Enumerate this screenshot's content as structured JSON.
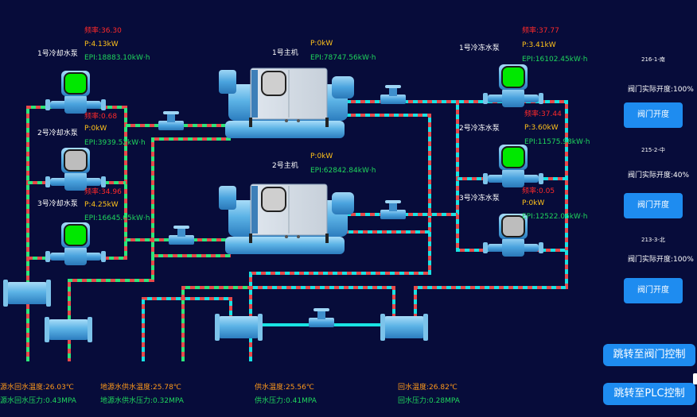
{
  "cooling_pumps": [
    {
      "name": "1号冷却水泵",
      "freq": "频率:36.30",
      "power": "P:4.13kW",
      "epi": "EPI:18883.10kW·h",
      "status_color": "#00e800"
    },
    {
      "name": "2号冷却水泵",
      "freq": "频率:0.68",
      "power": "P:0kW",
      "epi": "EPI:3939.52kW·h",
      "status_color": "#bdbdbd"
    },
    {
      "name": "3号冷却水泵",
      "freq": "频率:34.96",
      "power": "P:4.25kW",
      "epi": "EPI:16645.05kW·h",
      "status_color": "#00e800"
    }
  ],
  "chillers": [
    {
      "name": "1号主机",
      "power": "P:0kW",
      "epi": "EPI:78747.56kW·h"
    },
    {
      "name": "2号主机",
      "power": "P:0kW",
      "epi": "EPI:62842.84kW·h"
    }
  ],
  "chilled_pumps": [
    {
      "name": "1号冷冻水泵",
      "freq": "频率:37.77",
      "power": "P:3.41kW",
      "epi": "EPI:16102.45kW·h",
      "status_color": "#00e800"
    },
    {
      "name": "2号冷冻水泵",
      "freq": "频率:37.44",
      "power": "P:3.60kW",
      "epi": "EPI:11575.98kW·h",
      "status_color": "#00e800"
    },
    {
      "name": "3号冷冻水泵",
      "freq": "频率:0.05",
      "power": "P:0kW",
      "epi": "EPI:12522.06kW·h",
      "status_color": "#bdbdbd"
    }
  ],
  "valves": [
    {
      "id": "216-1-南",
      "opening": "阀门实际开度:100%",
      "button": "阀门开度"
    },
    {
      "id": "215-2-中",
      "opening": "阀门实际开度:40%",
      "button": "阀门开度"
    },
    {
      "id": "213-3-北",
      "opening": "阀门实际开度:100%",
      "button": "阀门开度"
    }
  ],
  "nav": {
    "valve_control": "跳转至阀门控制",
    "plc_control": "跳转至PLC控制"
  },
  "readings": {
    "src_return_temp": "源水回水温度:26.03℃",
    "src_return_pressure": "源水回水压力:0.43MPA",
    "ground_supply_temp": "地源水供水温度:25.78℃",
    "ground_supply_pressure": "地源水供水压力:0.32MPA",
    "supply_temp": "供水温度:25.56℃",
    "supply_pressure": "供水压力:0.41MPA",
    "return_temp": "回水温度:26.82℃",
    "return_pressure": "回水压力:0.28MPA"
  },
  "colors": {
    "background": "#070c3a",
    "pipe_red": "#e84a4a",
    "pipe_green": "#2ee67a",
    "pipe_cyan": "#19e3e3",
    "equipment_blue": "#5aaee0",
    "button_blue": "#1e8cf0",
    "running": "#00e800",
    "stopped": "#bdbdbd"
  }
}
